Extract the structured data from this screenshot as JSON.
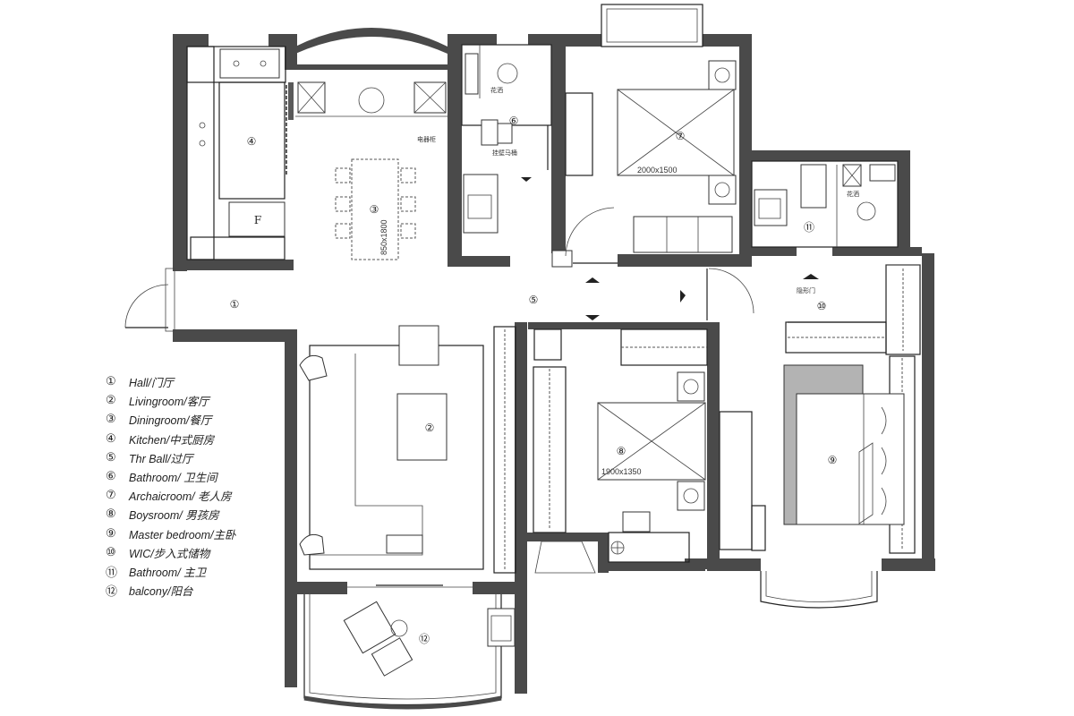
{
  "rooms": [
    {
      "num": "①"
    },
    {
      "num": "②"
    },
    {
      "num": "③"
    },
    {
      "num": "④"
    },
    {
      "num": "⑤"
    },
    {
      "num": "⑥"
    },
    {
      "num": "⑦"
    },
    {
      "num": "⑧"
    },
    {
      "num": "⑨"
    },
    {
      "num": "⑩"
    },
    {
      "num": "⑪"
    },
    {
      "num": "⑫"
    }
  ],
  "annotations": {
    "dining_table_dim": "850x1800",
    "bed7_dim": "2000x1500",
    "bed8_dim": "1900x1350",
    "appliance_cabinet": "电器柜",
    "shower_6": "花洒",
    "toilet_6": "挂壁马桶",
    "shower_11": "花洒",
    "hidden_door": "隐形门",
    "fridge": "F"
  },
  "legend": [
    {
      "num": "①",
      "label": "Hall/门厅"
    },
    {
      "num": "②",
      "label": "Livingroom/客厅"
    },
    {
      "num": "③",
      "label": "Diningroom/餐厅"
    },
    {
      "num": "④",
      "label": "Kitchen/中式厨房"
    },
    {
      "num": "⑤",
      "label": "Thr Ball/过厅"
    },
    {
      "num": "⑥",
      "label": "Bathroom/ 卫生间"
    },
    {
      "num": "⑦",
      "label": "Archaicroom/ 老人房"
    },
    {
      "num": "⑧",
      "label": "Boysroom/ 男孩房"
    },
    {
      "num": "⑨",
      "label": "Master bedroom/主卧"
    },
    {
      "num": "⑩",
      "label": "WIC/步入式储物"
    },
    {
      "num": "⑪",
      "label": "Bathroom/ 主卫"
    },
    {
      "num": "⑫",
      "label": "balcony/阳台"
    }
  ],
  "colors": {
    "wall": "#4a4a4a",
    "background": "#ffffff",
    "line": "#222222"
  }
}
